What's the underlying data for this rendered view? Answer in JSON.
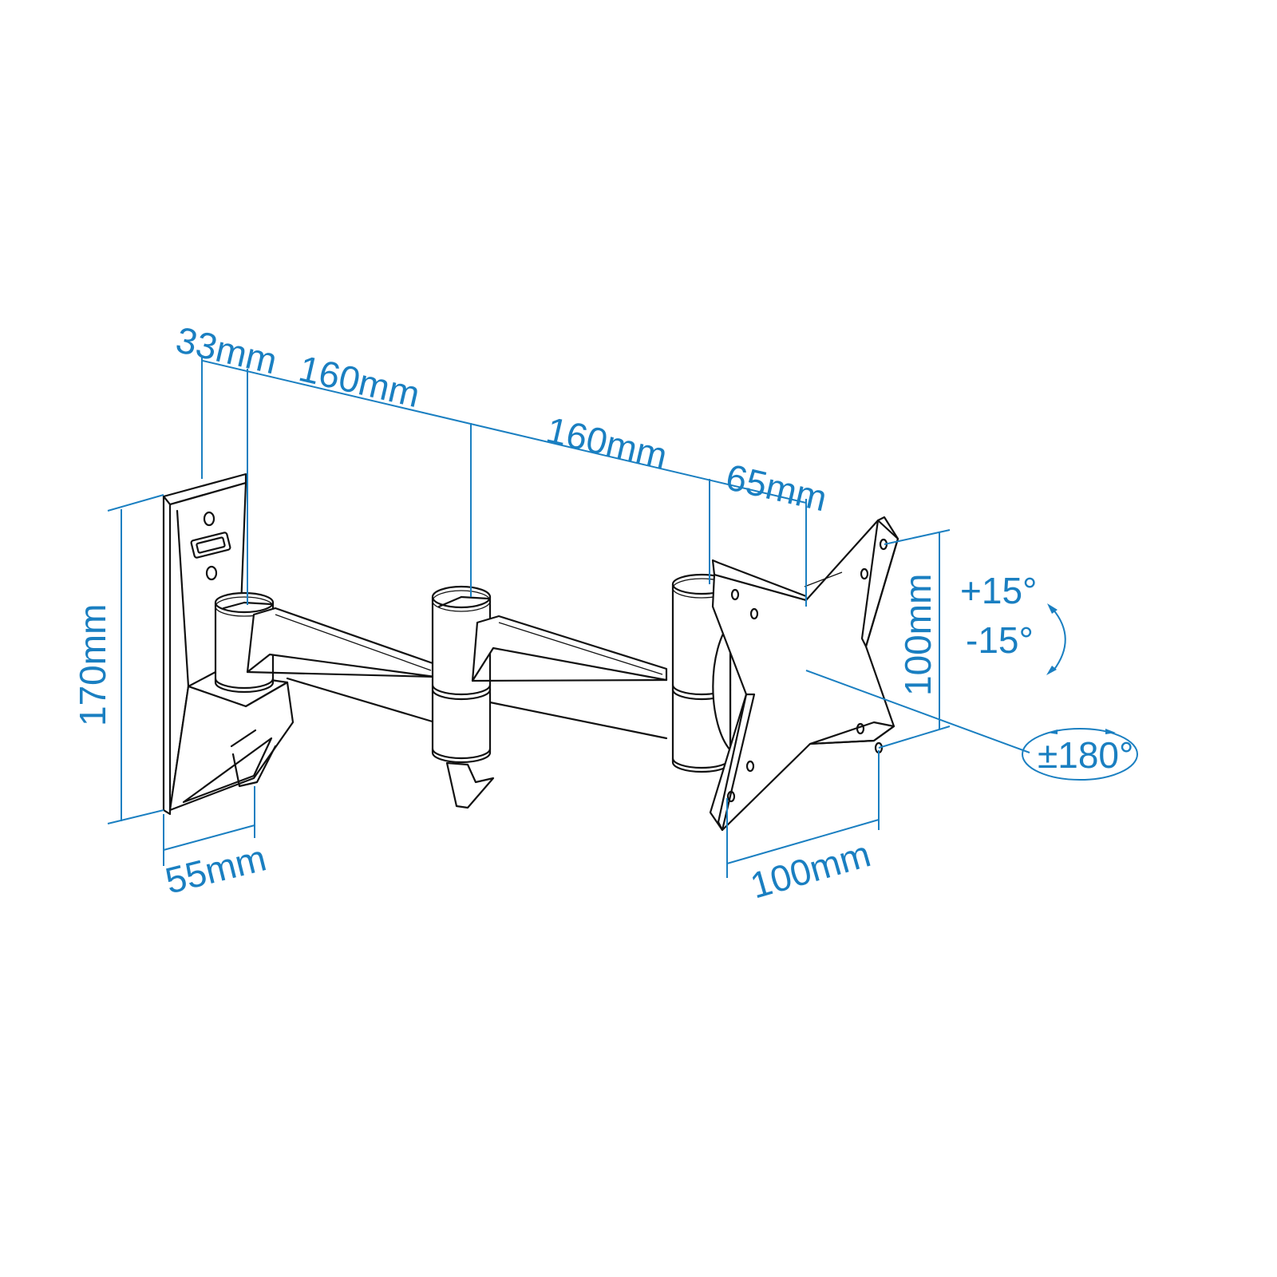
{
  "diagram": {
    "subject": "Double-arm monitor wall mount",
    "accent_color": "#1a7fc1",
    "line_color": "#111111",
    "dimensions": {
      "wall_plate_offset": "33mm",
      "arm_1_length": "160mm",
      "arm_2_length": "160mm",
      "head_offset": "65mm",
      "wall_plate_height": "170mm",
      "wall_plate_depth": "55mm",
      "vesa_height": "100mm",
      "vesa_width": "100mm"
    },
    "rotations": {
      "tilt_up": "+15°",
      "tilt_down": "-15°",
      "rotation": "±180°"
    }
  }
}
